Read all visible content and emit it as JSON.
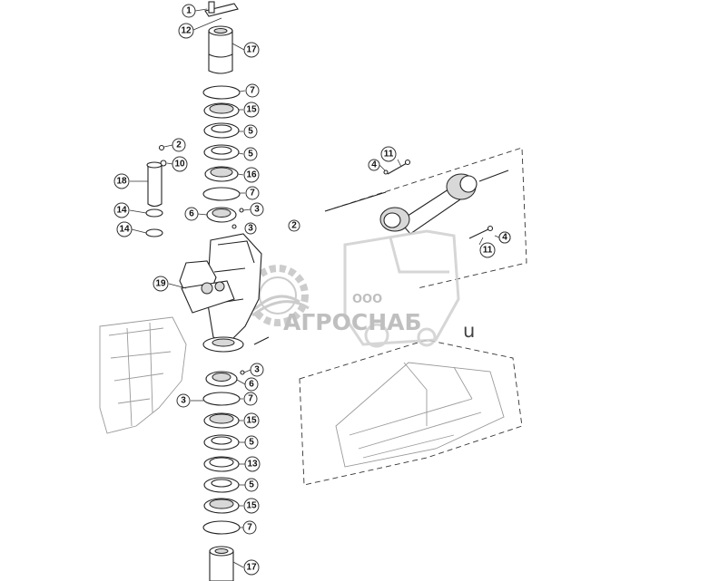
{
  "diagram": {
    "callouts": [
      {
        "id": "c1",
        "label": "1"
      },
      {
        "id": "c12",
        "label": "12"
      },
      {
        "id": "c17a",
        "label": "17"
      },
      {
        "id": "c7a",
        "label": "7"
      },
      {
        "id": "c15a",
        "label": "15"
      },
      {
        "id": "c5a",
        "label": "5"
      },
      {
        "id": "c5b",
        "label": "5"
      },
      {
        "id": "c2",
        "label": "2"
      },
      {
        "id": "c10",
        "label": "10"
      },
      {
        "id": "c18",
        "label": "18"
      },
      {
        "id": "c16",
        "label": "16"
      },
      {
        "id": "c7b",
        "label": "7"
      },
      {
        "id": "c14a",
        "label": "14"
      },
      {
        "id": "c14b",
        "label": "14"
      },
      {
        "id": "c6a",
        "label": "6"
      },
      {
        "id": "c3a",
        "label": "3"
      },
      {
        "id": "c3b",
        "label": "3"
      },
      {
        "id": "c2b",
        "label": "2"
      },
      {
        "id": "c19",
        "label": "19"
      },
      {
        "id": "c3c",
        "label": "3"
      },
      {
        "id": "c6b",
        "label": "6"
      },
      {
        "id": "c3d",
        "label": "3"
      },
      {
        "id": "c7c",
        "label": "7"
      },
      {
        "id": "c15b",
        "label": "15"
      },
      {
        "id": "c5c",
        "label": "5"
      },
      {
        "id": "c13",
        "label": "13"
      },
      {
        "id": "c5d",
        "label": "5"
      },
      {
        "id": "c15c",
        "label": "15"
      },
      {
        "id": "c7d",
        "label": "7"
      },
      {
        "id": "c17b",
        "label": "17"
      },
      {
        "id": "c11a",
        "label": "11"
      },
      {
        "id": "c4a",
        "label": "4"
      },
      {
        "id": "c4b",
        "label": "4"
      },
      {
        "id": "c11b",
        "label": "11"
      }
    ]
  },
  "watermark": {
    "prefix": "ООО",
    "brand": "АГРОСНАБ",
    "suffix": "u",
    "color": "#b5b5b5"
  }
}
